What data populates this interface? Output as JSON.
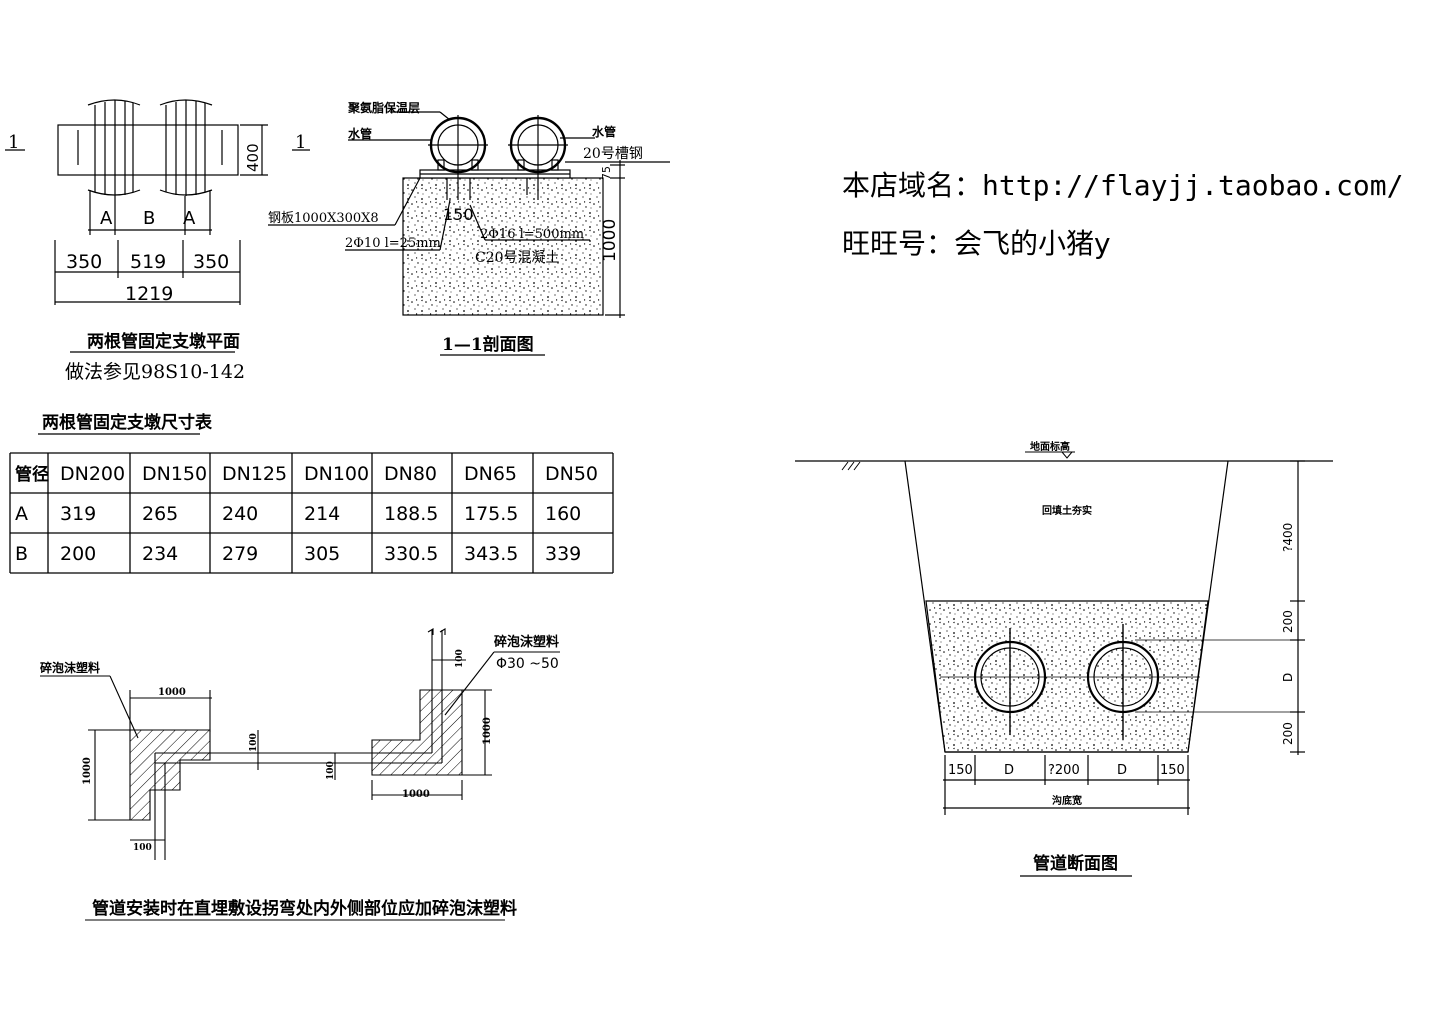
{
  "plan": {
    "section_mark_left": "1",
    "section_mark_right": "1",
    "dim_height": "400",
    "label_a1": "A",
    "label_b": "B",
    "label_a2": "A",
    "dim_350_left": "350",
    "dim_519": "519",
    "dim_350_right": "350",
    "dim_total": "1219",
    "title": "两根管固定支墩平面",
    "subtitle": "做法参见98S10-142"
  },
  "section": {
    "label_insulation": "聚氨脂保温层",
    "label_water_pipe_left": "水管",
    "label_water_pipe_right": "水管",
    "label_channel": "20号槽钢",
    "label_plate": "钢板1000X300X8",
    "dim_150": "150",
    "dim_75": "75",
    "label_rebar_short": "2Φ10  l=25mm",
    "label_rebar_long": "2Φ16  l=500mm",
    "label_concrete": "C20号混凝土",
    "dim_1000": "1000",
    "title": "1—1剖面图"
  },
  "shop": {
    "domain_label": "本店域名：",
    "domain_value": "http://flayjj.taobao.com/",
    "wangwang_label": "旺旺号：",
    "wangwang_value": "会飞的小猪y"
  },
  "table": {
    "title": "两根管固定支墩尺寸表",
    "header": [
      "管径",
      "DN200",
      "DN150",
      "DN125",
      "DN100",
      "DN80",
      "DN65",
      "DN50"
    ],
    "rows": [
      [
        "A",
        "319",
        "265",
        "240",
        "214",
        "188.5",
        "175.5",
        "160"
      ],
      [
        "B",
        "200",
        "234",
        "279",
        "305",
        "330.5",
        "343.5",
        "339"
      ]
    ]
  },
  "bend": {
    "label_foam_left": "碎泡沫塑料",
    "label_foam_right": "碎泡沫塑料",
    "label_foam_size": "Φ30 ~50",
    "dim_top_left": "1000",
    "dim_left_height": "1000",
    "dim_100_a": "100",
    "dim_100_b": "100",
    "dim_100_c": "100",
    "dim_100_d": "100",
    "dim_right_height": "1000",
    "dim_bottom_right": "1000",
    "caption": "管道安装时在直埋敷设拐弯处内外侧部位应加碎泡沫塑料"
  },
  "trench": {
    "label_ground": "地面标高",
    "label_backfill": "回填土夯实",
    "dim_top": "?400",
    "dim_200_top": "200",
    "dim_d_vertical": "D",
    "dim_200_bottom": "200",
    "dim_150_left": "150",
    "dim_d_left": "D",
    "dim_gap": "?200",
    "dim_d_right": "D",
    "dim_150_right": "150",
    "label_bottom_width": "沟底宽",
    "title": "管道断面图"
  }
}
